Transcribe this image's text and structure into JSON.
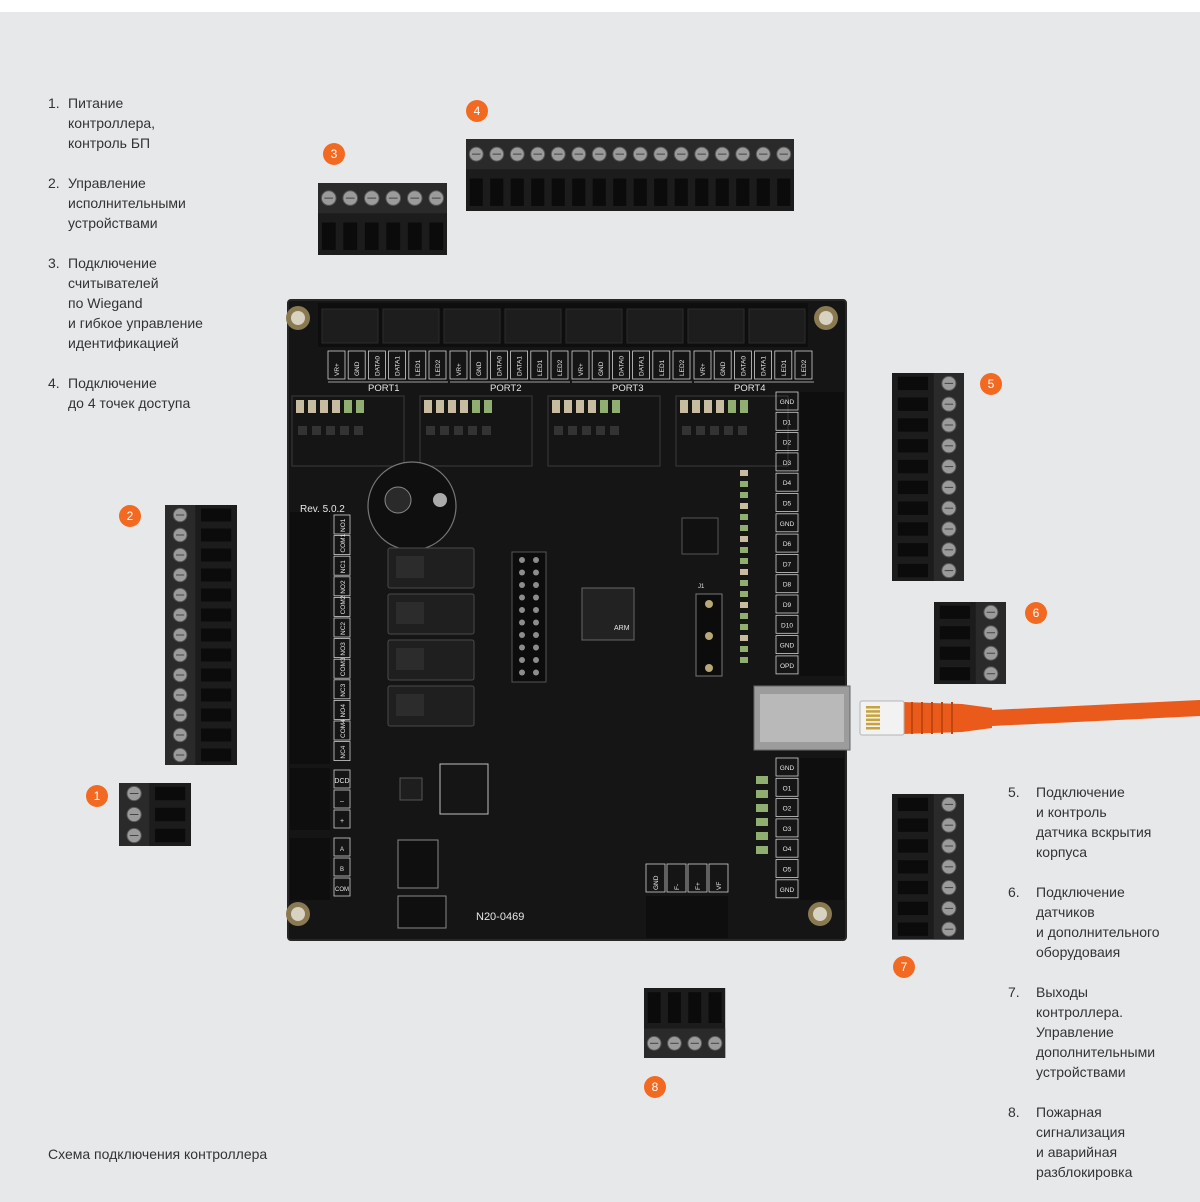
{
  "legend_left": [
    {
      "num": "1.",
      "text": "Питание\nконтроллера,\nконтроль БП"
    },
    {
      "num": "2.",
      "text": "Управление\nисполнительными\nустройствами"
    },
    {
      "num": "3.",
      "text": "Подключение\nсчитывателей\nпо Wiegand\nи гибкое управление\nидентификацией"
    },
    {
      "num": "4.",
      "text": "Подключение\nдо 4 точек доступа"
    }
  ],
  "legend_right": [
    {
      "num": "5.",
      "text": "Подключение\nи контроль\nдатчика вскрытия\nкорпуса"
    },
    {
      "num": "6.",
      "text": "Подключение\nдатчиков\nи дополнительного\nоборудоваия"
    },
    {
      "num": "7.",
      "text": "Выходы\nконтроллера.\nУправление\nдополнительными\nустройствами"
    },
    {
      "num": "8.",
      "text": "Пожарная\nсигнализация\nи аварийная\nразблокировка"
    }
  ],
  "caption": "Схема подключения контроллера",
  "badges": [
    "1",
    "2",
    "3",
    "4",
    "5",
    "6",
    "7",
    "8"
  ],
  "board": {
    "ports": [
      "PORT1",
      "PORT2",
      "PORT3",
      "PORT4"
    ],
    "port_pins": [
      "VR+",
      "GND",
      "DATA0",
      "DATA1",
      "LED1",
      "LED2"
    ],
    "right_inputs": [
      "GND",
      "D1",
      "D2",
      "D3",
      "D4",
      "D5",
      "GND",
      "D6",
      "D7",
      "D8",
      "D9",
      "D10",
      "GND",
      "OPD"
    ],
    "right_outputs": [
      "GND",
      "O1",
      "O2",
      "O3",
      "O4",
      "O5",
      "GND"
    ],
    "relays": [
      "NO1",
      "COM1",
      "NC1",
      "NO2",
      "COM2",
      "NC2",
      "NO3",
      "COM3",
      "NC3",
      "NO4",
      "COM4",
      "NC4"
    ],
    "power": [
      "DCD",
      "–",
      "+"
    ],
    "rs485": [
      "A",
      "B",
      "COM"
    ],
    "fire": [
      "GND",
      "F-",
      "F+",
      "VF"
    ],
    "rev": "Rev. 5.0.2",
    "model": "N20-0469",
    "chip_brand": "ARM",
    "jp_label": "J1"
  },
  "colors": {
    "accent": "#f26a21",
    "board": "#151515",
    "cable": "#ea5a1a"
  }
}
